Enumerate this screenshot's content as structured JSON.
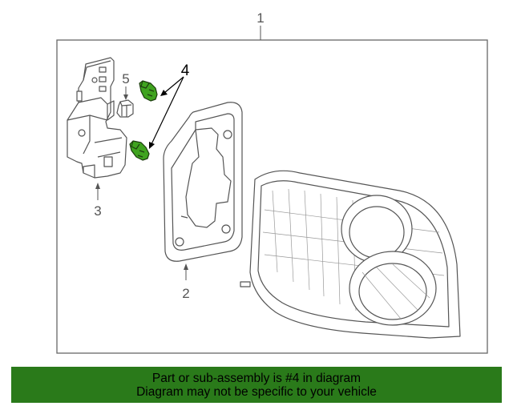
{
  "callouts": {
    "label_1": "1",
    "label_2": "2",
    "label_3": "3",
    "label_4": "4",
    "label_5": "5"
  },
  "colors": {
    "highlight_part": "#3fa31f",
    "banner_bg": "#2a7a1a",
    "line": "#555555"
  },
  "banner": {
    "line1": "Part or sub-assembly is #4 in diagram",
    "line2": "Diagram may not be specific to your vehicle"
  }
}
